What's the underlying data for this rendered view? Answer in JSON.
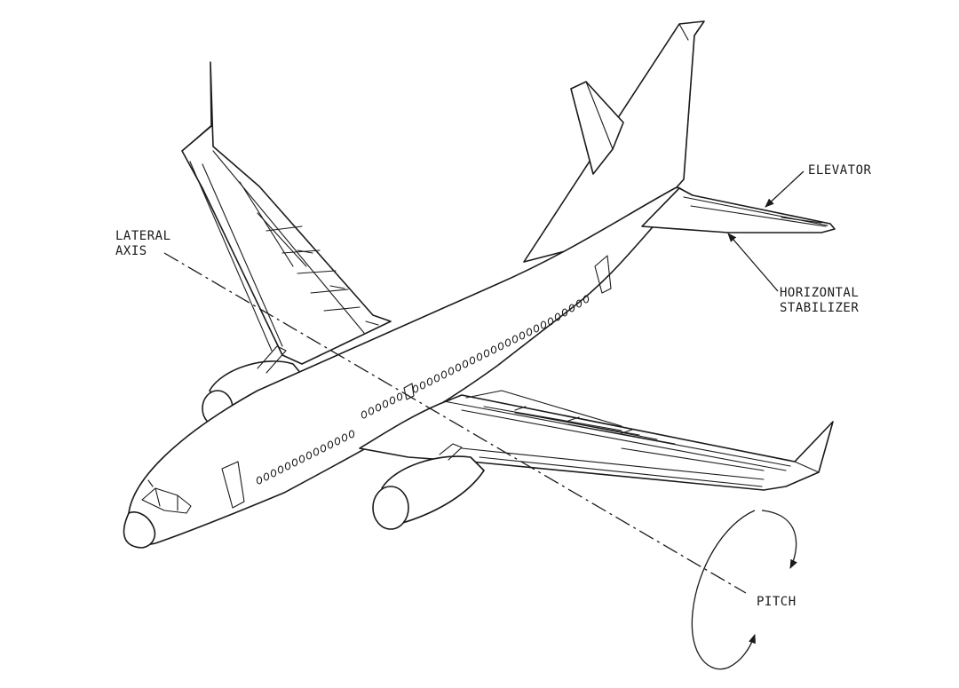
{
  "labels": {
    "lateral_axis": [
      "LATERAL",
      "AXIS"
    ],
    "elevator": "ELEVATOR",
    "horizontal_stabilizer": [
      "HORIZONTAL",
      "STABILIZER"
    ],
    "pitch": "PITCH"
  },
  "colors": {
    "ink": "#1a1a1a",
    "background": "#ffffff"
  }
}
